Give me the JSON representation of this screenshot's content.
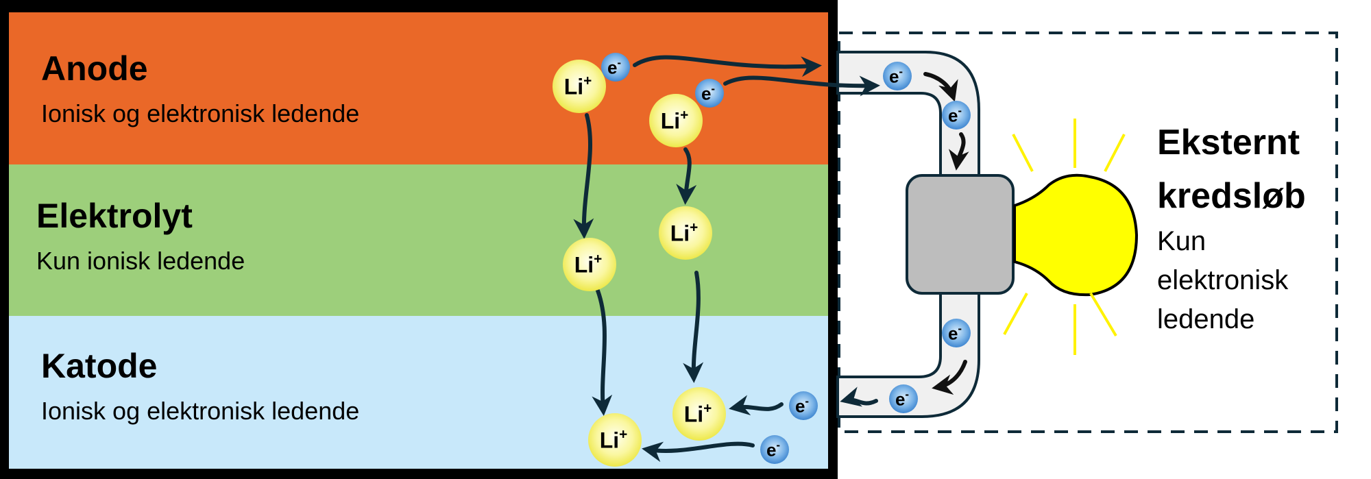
{
  "layers": [
    {
      "key": "anode",
      "title": "Anode",
      "subtitle": "Ionisk og elektronisk ledende",
      "color": "#EA6828"
    },
    {
      "key": "electrolyte",
      "title": "Elektrolyt",
      "subtitle": "Kun ionisk ledende",
      "color": "#9DCF7B"
    },
    {
      "key": "cathode",
      "title": "Katode",
      "subtitle": "Ionisk og elektronisk ledende",
      "color": "#C8E8FA"
    }
  ],
  "external": {
    "title_line1": "Eksternt",
    "title_line2": "kredsløb",
    "sub_line1": "Kun",
    "sub_line2": "elektronisk",
    "sub_line3": "ledende"
  },
  "particles": {
    "lithium_label": "Li",
    "lithium_charge": "+",
    "electron_label": "e",
    "electron_charge": "-"
  },
  "colors": {
    "frame": "#000000",
    "arrow": "#0E2A38",
    "wire_fill": "#F0F0F0",
    "wire_stroke": "#0E2A38",
    "load_fill": "#BDBDBD",
    "bulb_fill": "#FFFF00",
    "rays": "#FFF200",
    "electron": "#4A90D9",
    "lithium": "#F5F04A"
  }
}
